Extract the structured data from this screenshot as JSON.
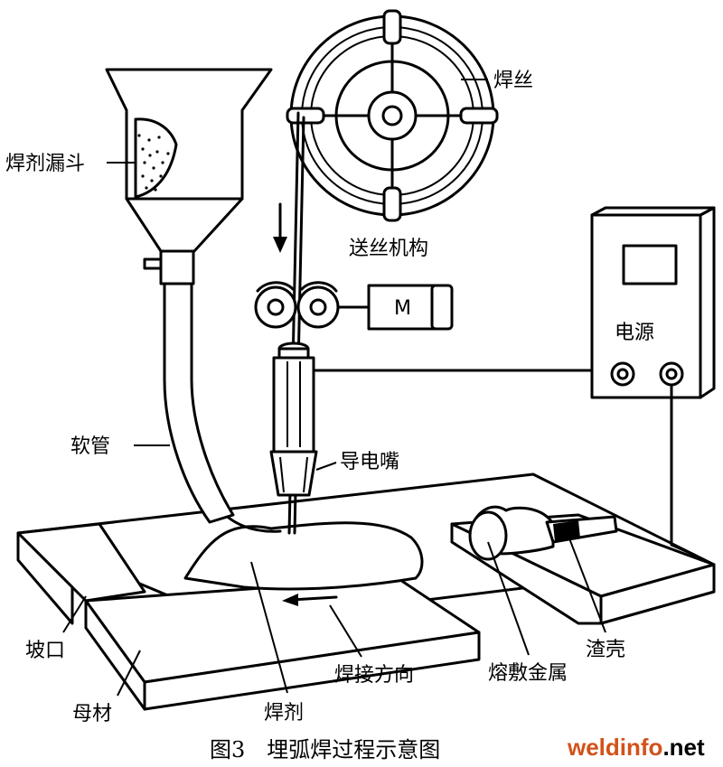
{
  "labels": {
    "flux_hopper": "焊剂漏斗",
    "wire": "焊丝",
    "wire_feeder": "送丝机构",
    "motor": "M",
    "power_source": "电源",
    "hose": "软管",
    "contact_tip": "导电嘴",
    "groove": "坡口",
    "base_metal": "母材",
    "flux": "焊剂",
    "weld_direction": "焊接方向",
    "deposited_metal": "熔敷金属",
    "slag": "渣壳"
  },
  "caption": "图3　埋弧焊过程示意图",
  "brand": {
    "text_a": "weldinfo",
    "text_b": ".net",
    "color_a": "#d2521a",
    "color_b": "#000000"
  }
}
